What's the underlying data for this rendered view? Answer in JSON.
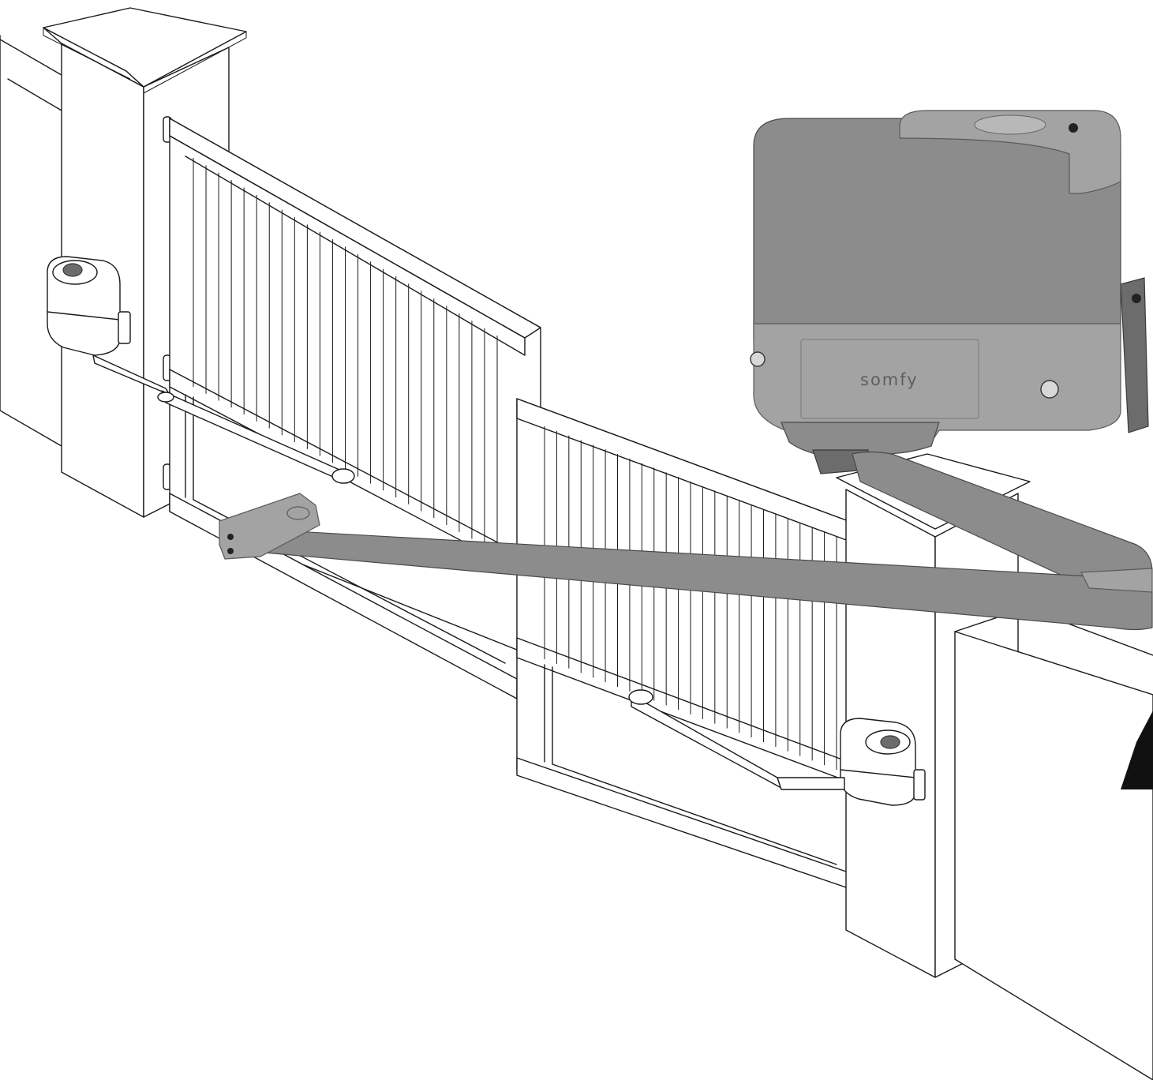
{
  "illustration": {
    "motor_brand": "somfy"
  },
  "palette": {
    "line": "#1a1a1a",
    "metal": "#8c8c8c",
    "metal_light": "#a3a3a3",
    "metal_dark": "#6c6c6c",
    "background": "#ffffff"
  },
  "parts": {
    "gate_leaves": 2,
    "pillars": 2,
    "small_motors": 2,
    "large_motor": 1
  }
}
